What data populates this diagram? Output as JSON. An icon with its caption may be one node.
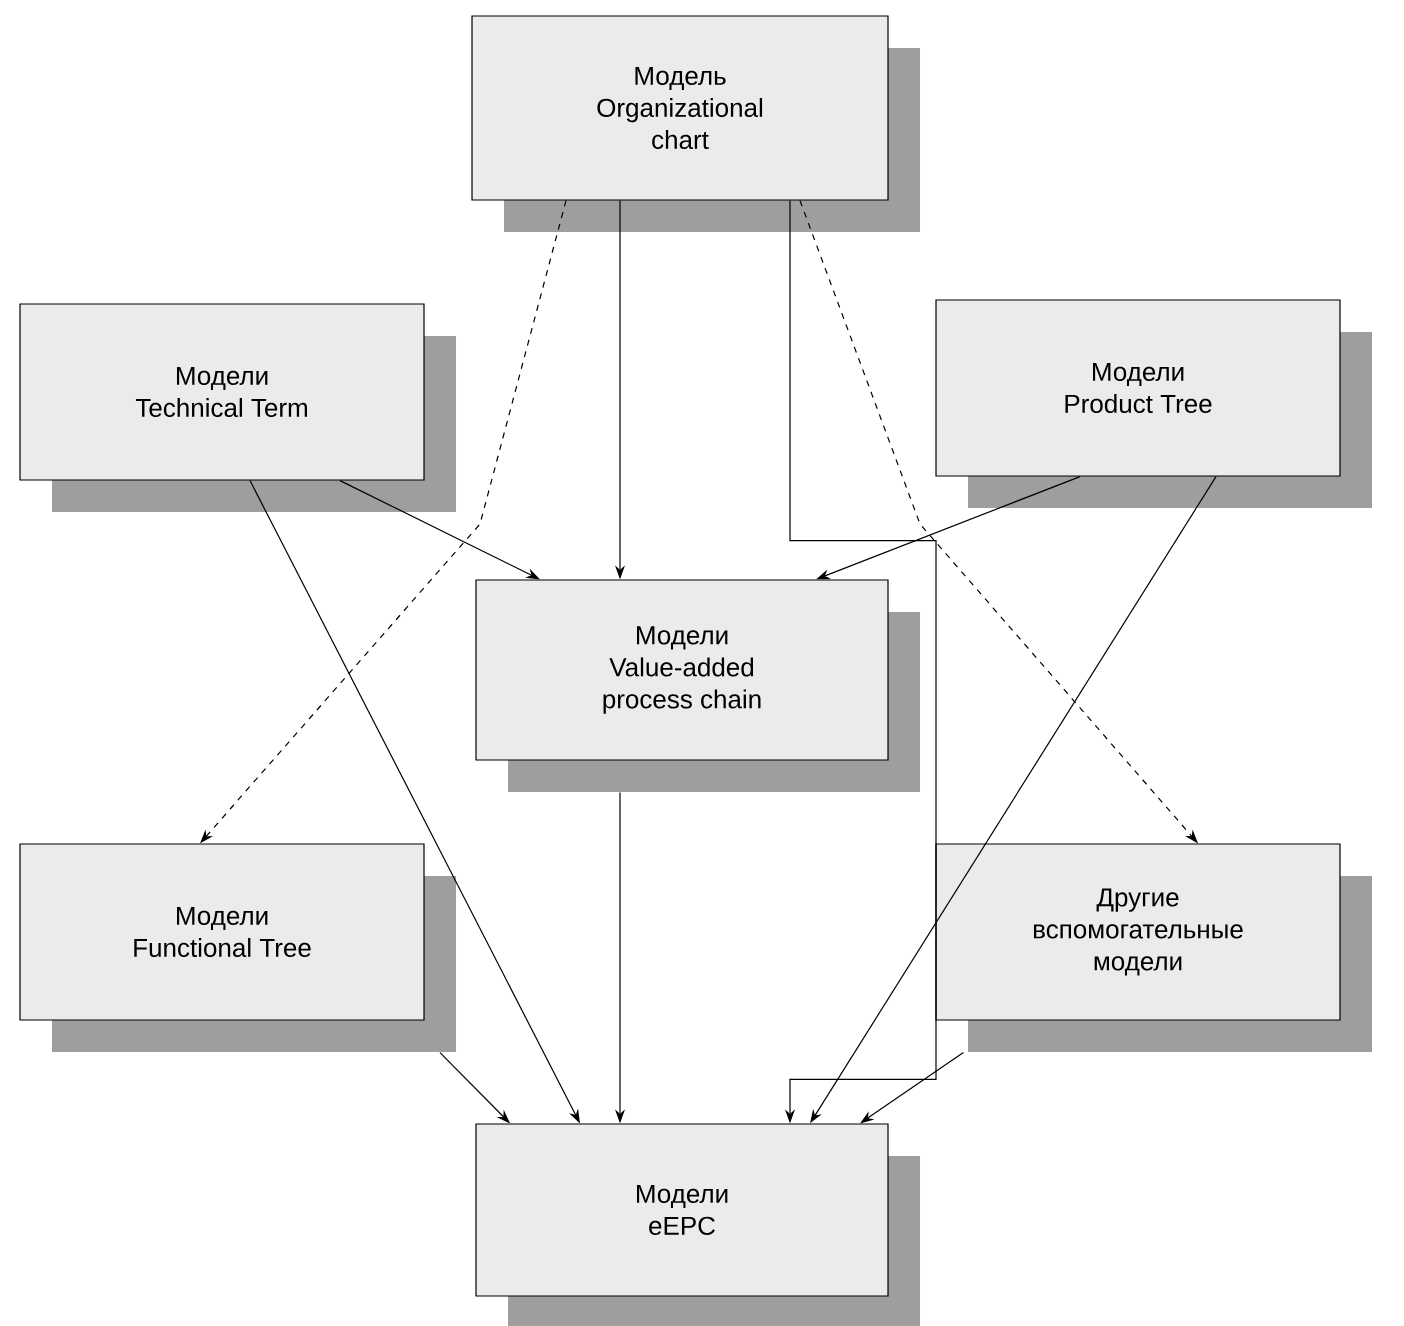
{
  "diagram": {
    "nodes": [
      {
        "text": [
          "Модель Organizational chart"
        ]
      },
      {
        "text": [
          "Модели Technical Term"
        ]
      },
      {
        "text": [
          "Модели Product Tree"
        ]
      },
      {
        "text": [
          "Модели Value-added process chain"
        ]
      },
      {
        "text": [
          "Модели Functional Tree"
        ]
      },
      {
        "text": [
          "Другие вспомогательные модели"
        ]
      },
      {
        "text": [
          "Модели eEPC"
        ]
      }
    ],
    "edges": [
      {
        "from": 0,
        "to": 3,
        "arrow": "to"
      },
      {
        "from": 0,
        "to": 6,
        "arrow": "to"
      },
      {
        "from": 0,
        "to": 4,
        "arrow": "to",
        "style": "dashed"
      },
      {
        "from": 0,
        "to": 5,
        "arrow": "to",
        "style": "dashed"
      },
      {
        "from": 1,
        "to": 3,
        "arrow": "to"
      },
      {
        "from": 2,
        "to": 3,
        "arrow": "to"
      },
      {
        "from": 3,
        "to": 6,
        "arrow": "to"
      },
      {
        "from": 1,
        "to": 6,
        "arrow": "to"
      },
      {
        "from": 4,
        "to": 6,
        "arrow": "to"
      },
      {
        "from": 2,
        "to": 6,
        "arrow": "to"
      },
      {
        "from": 5,
        "to": 6,
        "arrow": "to"
      }
    ]
  }
}
